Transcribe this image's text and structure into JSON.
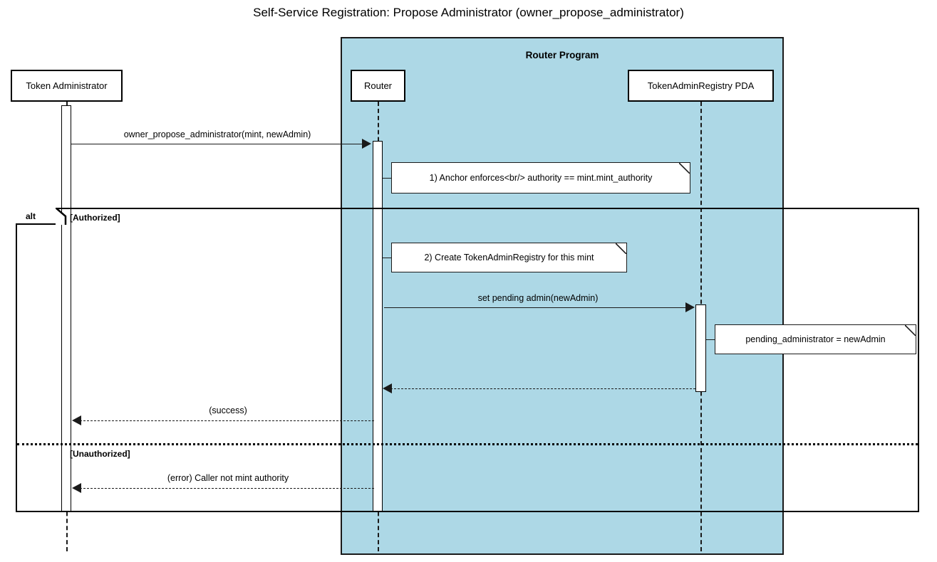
{
  "title": "Self-Service Registration: Propose Administrator (owner_propose_administrator)",
  "colors": {
    "group_fill": "#add8e6",
    "stroke": "#1a1a1a",
    "note_fill": "#ffffff",
    "participant_fill": "#ffffff",
    "page_background": "#ffffff"
  },
  "groups": [
    {
      "label": "Router Program"
    }
  ],
  "participants": [
    {
      "name": "Token Administrator"
    },
    {
      "name": "Router"
    },
    {
      "name": "TokenAdminRegistry PDA"
    }
  ],
  "messages": [
    {
      "label": "owner_propose_administrator(mint, newAdmin)",
      "from": "Token Administrator",
      "to": "Router",
      "style": "solid",
      "direction": "right"
    },
    {
      "label": "set pending admin(newAdmin)",
      "from": "Router",
      "to": "TokenAdminRegistry PDA",
      "style": "solid",
      "direction": "right"
    },
    {
      "label": "",
      "from": "TokenAdminRegistry PDA",
      "to": "Router",
      "style": "dashed",
      "direction": "left"
    },
    {
      "label": "(success)",
      "from": "Router",
      "to": "Token Administrator",
      "style": "dashed",
      "direction": "left"
    },
    {
      "label": "(error) Caller not mint authority",
      "from": "Router",
      "to": "Token Administrator",
      "style": "dashed",
      "direction": "left"
    }
  ],
  "notes": [
    {
      "text": "1) Anchor enforces<br/> authority == mint.mint_authority",
      "attached_to": "Router"
    },
    {
      "text": "2) Create TokenAdminRegistry for this mint",
      "attached_to": "Router"
    },
    {
      "text": "pending_administrator = newAdmin",
      "attached_to": "TokenAdminRegistry PDA"
    }
  ],
  "fragment": {
    "operator": "alt",
    "branches": [
      {
        "guard": "[Authorized]"
      },
      {
        "guard": "[Unauthorized]"
      }
    ]
  }
}
